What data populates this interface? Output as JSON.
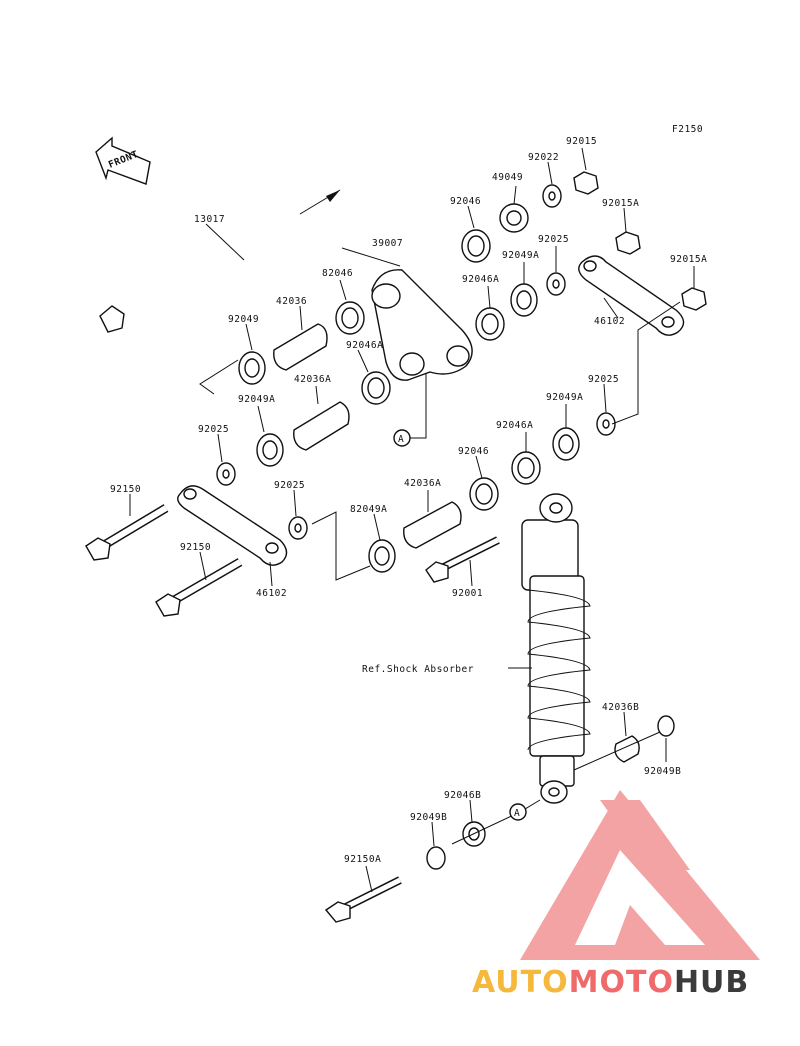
{
  "figure_code": "F2150",
  "front_label": "FRONT",
  "ref_label": "Ref.Shock Absorber",
  "ref_marks": [
    "A",
    "A"
  ],
  "parts": [
    "13017",
    "92015",
    "92022",
    "49049",
    "92046",
    "92015A",
    "39007",
    "92025",
    "92049A",
    "92015A",
    "92046A",
    "82046",
    "42036",
    "46102",
    "92049",
    "92046A",
    "42036A",
    "92049A",
    "92025",
    "92049A",
    "92025",
    "92046A",
    "92046",
    "92150",
    "42036A",
    "92025",
    "82049A",
    "92150",
    "46102",
    "92001",
    "42036B",
    "92049B",
    "92046B",
    "92049B",
    "92150A"
  ],
  "watermark": {
    "word_a": "AUTO",
    "word_b": "MOTO",
    "word_c": "HUB",
    "color_a": "#f6b83c",
    "color_b": "#ef6a6a",
    "color_c": "#3b3b3b",
    "logo_color": "#f08585"
  }
}
